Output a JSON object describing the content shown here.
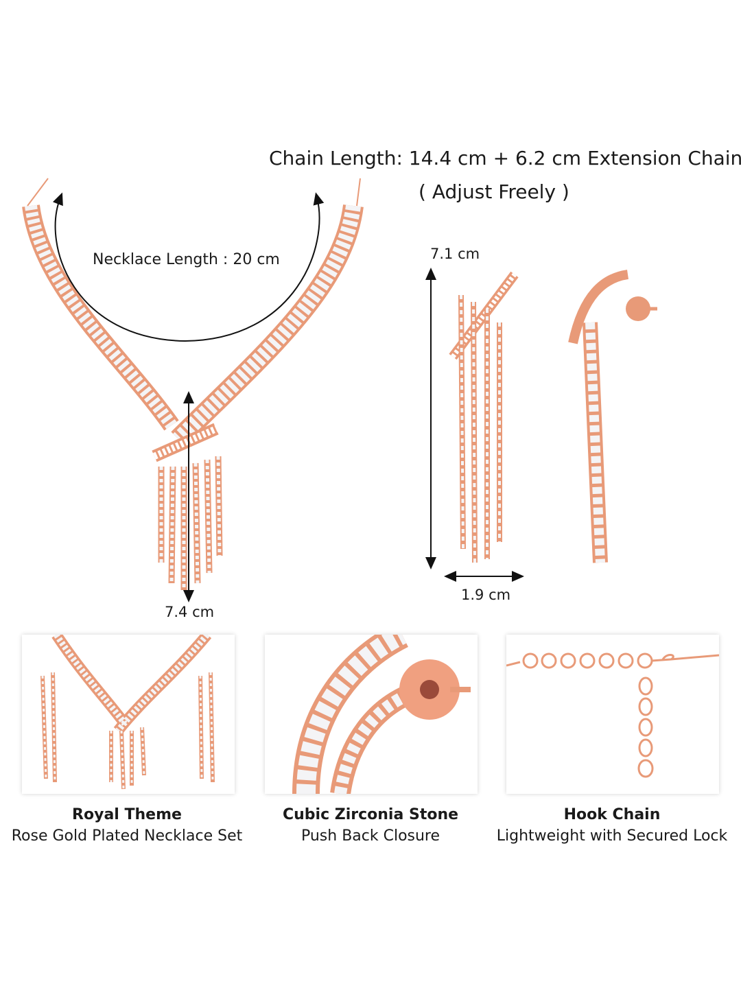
{
  "header": {
    "chain_length": "Chain Length: 14.4 cm + 6.2 cm Extension Chain",
    "adjust": "( Adjust Freely )"
  },
  "necklace": {
    "length_label": "Necklace Length : 20 cm",
    "drop_label": "7.4 cm"
  },
  "earring": {
    "height_label": "7.1 cm",
    "width_label": "1.9 cm"
  },
  "features": [
    {
      "title": "Royal Theme",
      "subtitle": "Rose Gold Plated Necklace Set"
    },
    {
      "title": "Cubic Zirconia Stone",
      "subtitle": "Push Back Closure"
    },
    {
      "title": "Hook Chain",
      "subtitle": "Lightweight with Secured Lock"
    }
  ],
  "colors": {
    "rose_gold": "#e89a78",
    "stone": "#f4f4f6",
    "text": "#1a1a1a"
  }
}
